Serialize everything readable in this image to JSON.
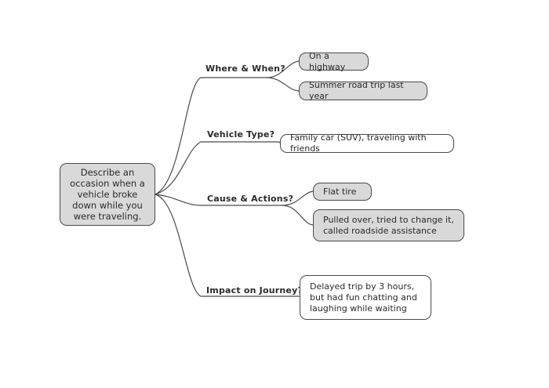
{
  "root": {
    "text": "Describe an occasion when a vehicle broke down while you were traveling."
  },
  "branches": [
    {
      "label": "Where & When?",
      "children": [
        {
          "text": "On a highway",
          "fill": "gray"
        },
        {
          "text": "Summer road trip last year",
          "fill": "gray"
        }
      ]
    },
    {
      "label": "Vehicle Type?",
      "children": [
        {
          "text": "Family car (SUV), traveling with friends",
          "fill": "white"
        }
      ]
    },
    {
      "label": "Cause & Actions?",
      "children": [
        {
          "text": "Flat tire",
          "fill": "gray"
        },
        {
          "text": "Pulled over, tried to change it,\ncalled roadside assistance",
          "fill": "gray"
        }
      ]
    },
    {
      "label": "Impact on Journey?",
      "children": [
        {
          "text": "Delayed trip by 3 hours,\nbut had fun chatting and\nlaughing while waiting",
          "fill": "white"
        }
      ]
    }
  ],
  "colors": {
    "line": "#4a4a4a",
    "gray_fill": "#d9d9d9",
    "white_fill": "#ffffff"
  }
}
